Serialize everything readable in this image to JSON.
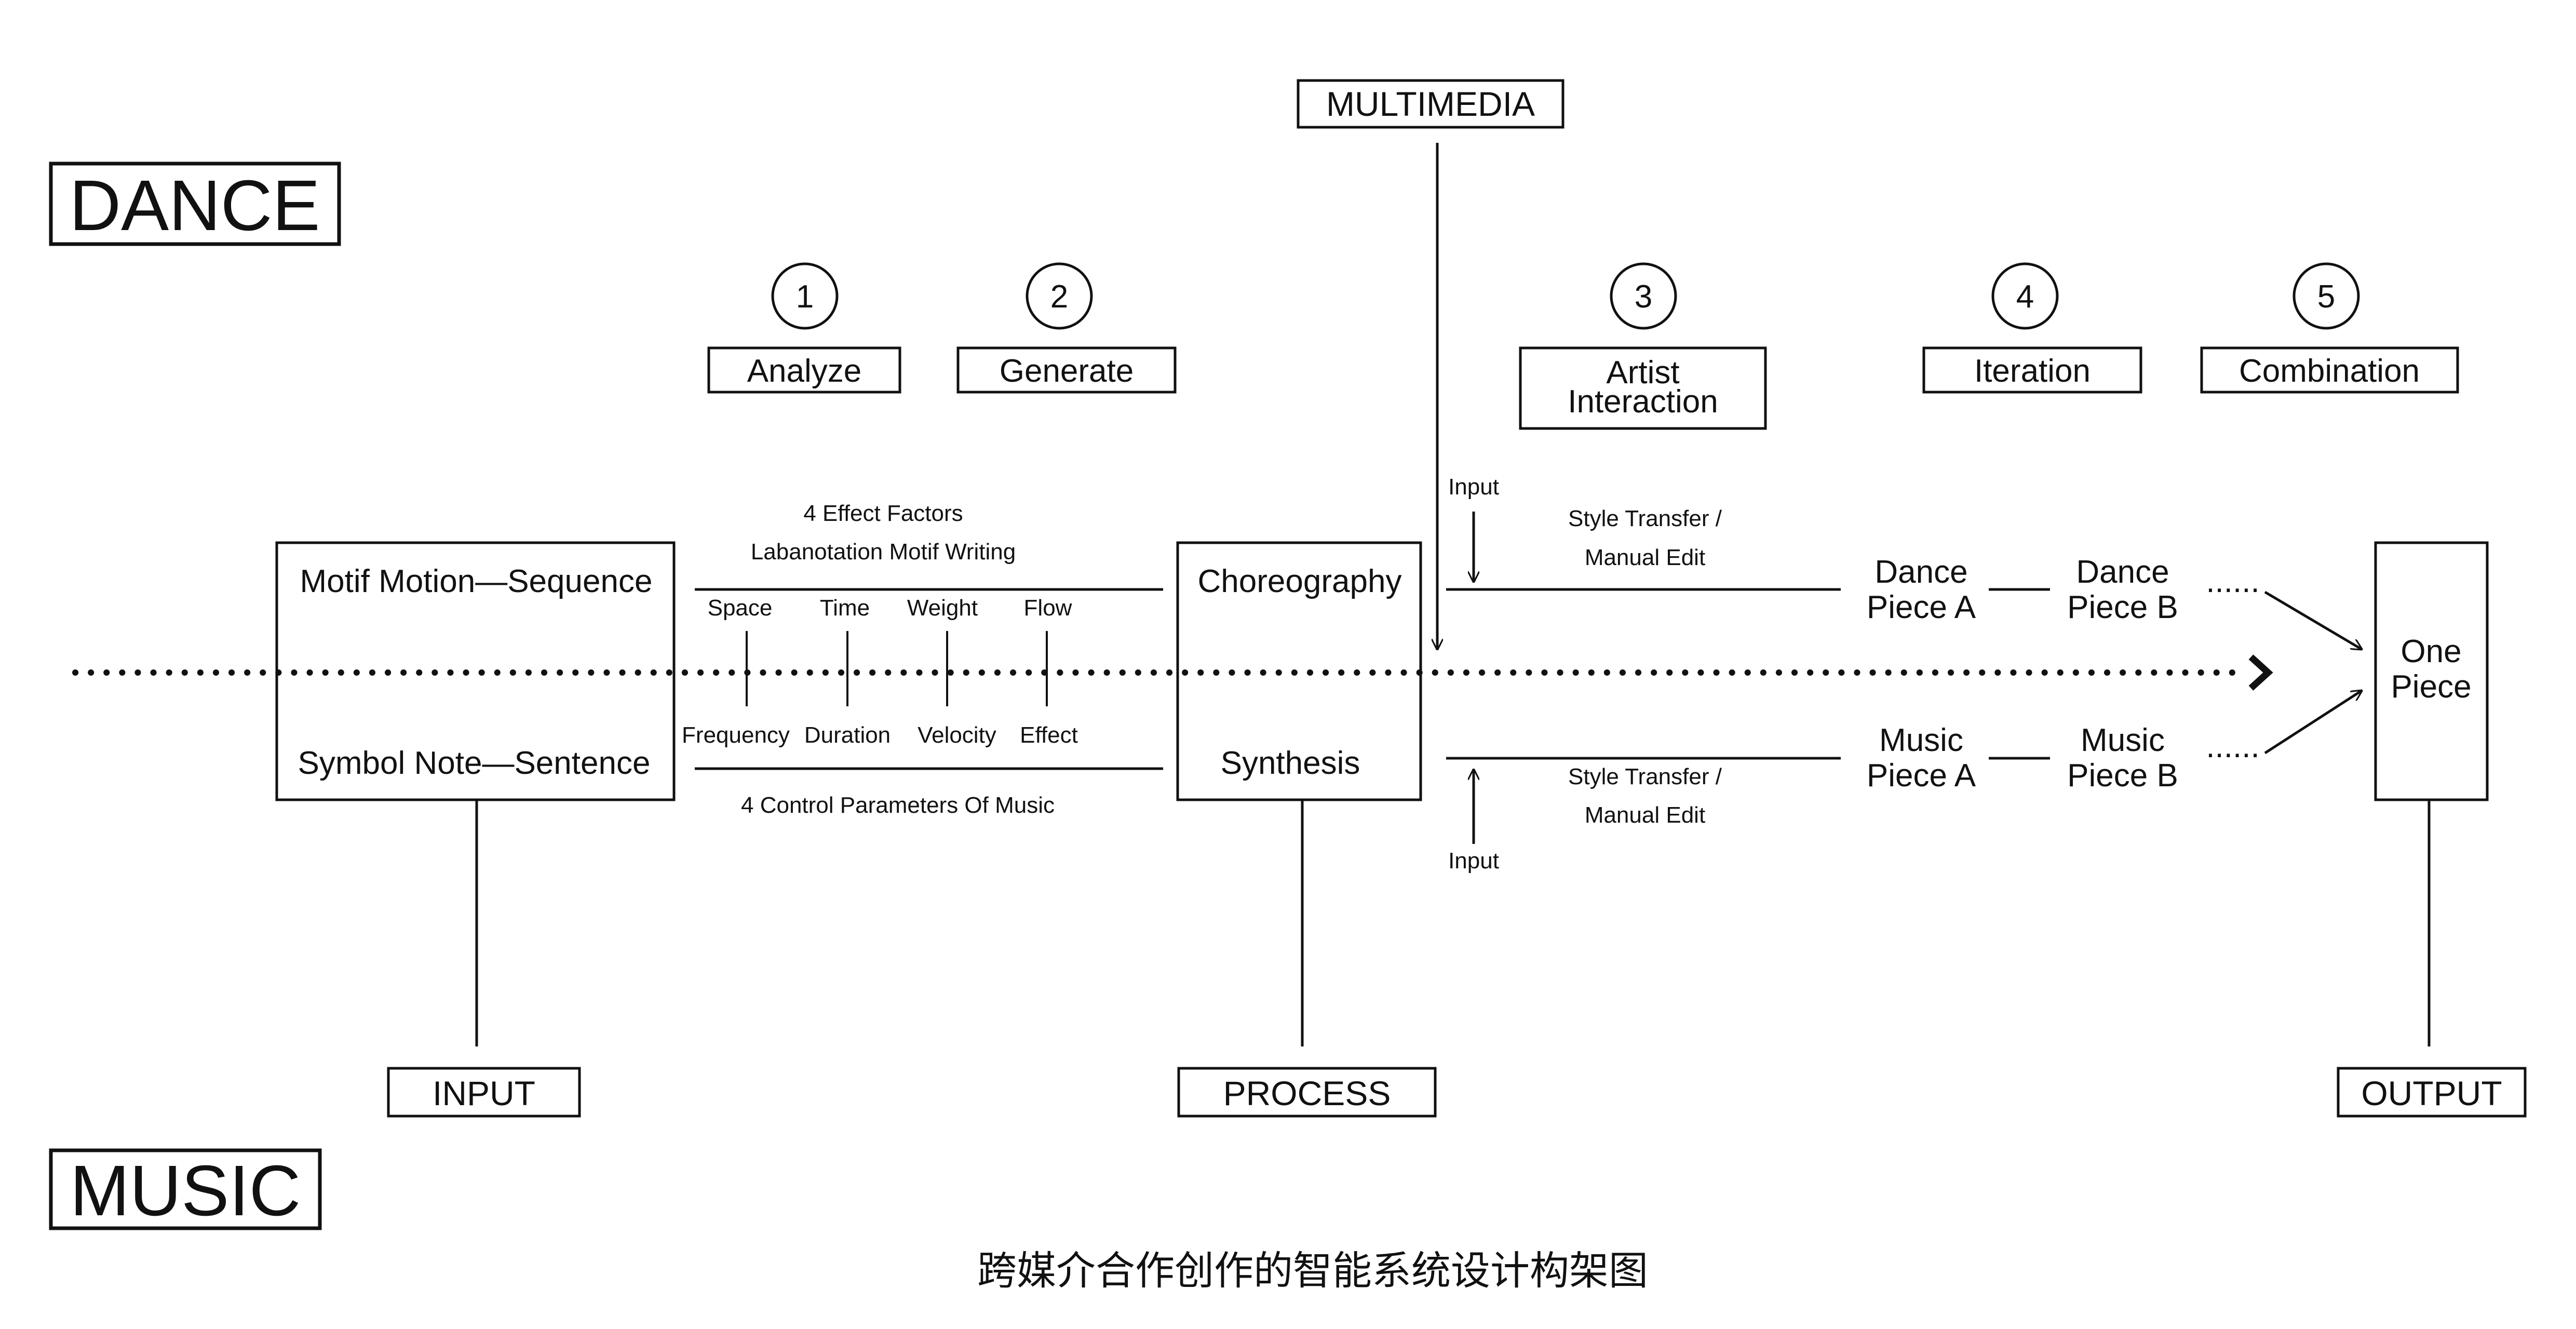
{
  "title": "跨媒介合作创作的智能系统设计构架图",
  "domains": {
    "top": "DANCE",
    "bottom": "MUSIC"
  },
  "multimedia": "MULTIMEDIA",
  "stages": [
    {
      "number": "1",
      "label": "Analyze"
    },
    {
      "number": "2",
      "label": "Generate"
    },
    {
      "number": "3",
      "label_line1": "Artist",
      "label_line2": "Interaction"
    },
    {
      "number": "4",
      "label": "Iteration"
    },
    {
      "number": "5",
      "label": "Combination"
    }
  ],
  "phases": {
    "input": "INPUT",
    "process": "PROCESS",
    "output": "OUTPUT"
  },
  "input_box": {
    "top": "Motif Motion—Sequence",
    "bottom": "Symbol Note—Sentence"
  },
  "analyze": {
    "top_line1": "4 Effect Factors",
    "top_line2": "Labanotation Motif Writing",
    "factors": [
      "Space",
      "Time",
      "Weight",
      "Flow"
    ],
    "params": [
      "Frequency",
      "Duration",
      "Velocity",
      "Effect"
    ],
    "bottom": "4 Control Parameters Of Music"
  },
  "process_box": {
    "top": "Choreography",
    "bottom": "Synthesis"
  },
  "interaction": {
    "input_label": "Input",
    "style_line1": "Style Transfer /",
    "style_line2": "Manual Edit"
  },
  "pieces": {
    "dance_a": [
      "Dance",
      "Piece A"
    ],
    "dance_b": [
      "Dance",
      "Piece B"
    ],
    "music_a": [
      "Music",
      "Piece A"
    ],
    "music_b": [
      "Music",
      "Piece B"
    ],
    "ellipsis": "......"
  },
  "output_box": [
    "One",
    "Piece"
  ],
  "colors": {
    "ink": "#111111",
    "background": "#ffffff"
  }
}
